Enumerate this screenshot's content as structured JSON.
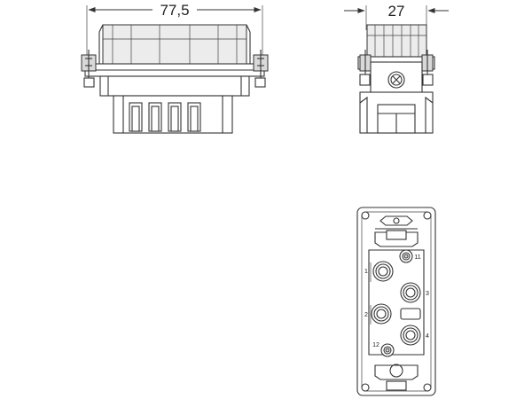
{
  "dimensions": {
    "width": "77,5",
    "depth": "27"
  },
  "pin_labels": {
    "p1": "1",
    "p2": "2",
    "p3": "3",
    "p4": "4",
    "p11": "11",
    "p12": "12"
  }
}
